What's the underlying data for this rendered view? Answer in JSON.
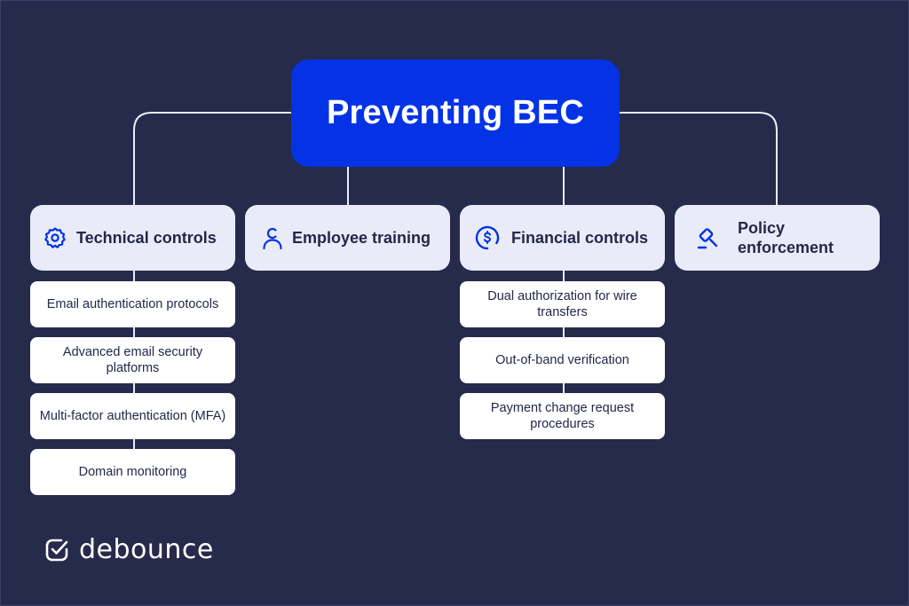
{
  "title": "Preventing BEC",
  "colors": {
    "background": "#262a4b",
    "root_fill": "#0433e6",
    "category_fill": "#e9ecf8",
    "subitem_fill": "#ffffff",
    "text_dark": "#23284a",
    "icon_blue": "#0433e6",
    "connector": "#e9ecf8"
  },
  "categories": [
    {
      "label": "Technical controls",
      "icon": "gear-icon",
      "items": [
        "Email authentication protocols",
        "Advanced email security platforms",
        "Multi-factor authentication (MFA)",
        "Domain monitoring"
      ]
    },
    {
      "label": "Employee training",
      "icon": "user-icon",
      "items": []
    },
    {
      "label": "Financial controls",
      "icon": "dollar-circle-icon",
      "items": [
        "Dual authorization for wire transfers",
        "Out-of-band verification",
        "Payment change request procedures"
      ]
    },
    {
      "label": "Policy enforcement",
      "icon": "gavel-icon",
      "items": []
    }
  ],
  "brand": {
    "name": "debounce",
    "icon": "check-badge-icon"
  }
}
